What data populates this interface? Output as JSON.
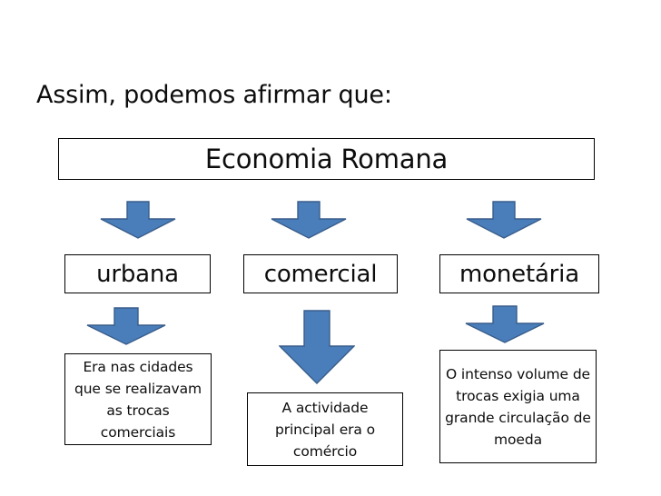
{
  "colors": {
    "arrow_fill": "#4A7EBB",
    "arrow_stroke": "#385D8A",
    "box_border": "#000000",
    "text": "#0D0D0D",
    "background": "#FFFFFF"
  },
  "heading": {
    "text": "Assim, podemos afirmar que:"
  },
  "title_box": {
    "label": "Economia Romana"
  },
  "categories": [
    {
      "label": "urbana"
    },
    {
      "label": "comercial"
    },
    {
      "label": "monetária"
    }
  ],
  "descriptions": [
    {
      "text": "Era nas cidades que se realizavam as trocas comerciais"
    },
    {
      "text": "A actividade principal era o comércio"
    },
    {
      "text": "O intenso volume de trocas exigia uma grande circulação de moeda"
    }
  ],
  "arrows": {
    "row1": [
      {
        "name": "arrow-to-urbana"
      },
      {
        "name": "arrow-to-comercial"
      },
      {
        "name": "arrow-to-monetaria"
      }
    ],
    "row2": [
      {
        "name": "arrow-to-description-1"
      },
      {
        "name": "arrow-to-description-2"
      },
      {
        "name": "arrow-to-description-3"
      }
    ]
  }
}
